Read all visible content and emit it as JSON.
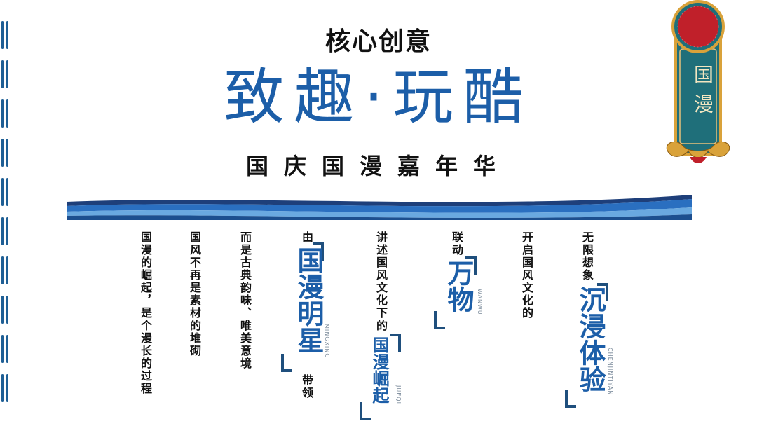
{
  "header": {
    "title": "核心创意",
    "main_title": "致趣·玩酷",
    "subtitle": "国庆国漫嘉年华"
  },
  "badge": {
    "text": "国漫"
  },
  "columns": {
    "c1": "国漫的崛起，是个漫长的过程",
    "c2": "国风不再是素材的堆砌",
    "c3": "而是古典韵味、唯美意境",
    "c4_top": "由",
    "c4_big": "国漫明星",
    "c4_pinyin": "MINGXING",
    "c4_bottom": "带领",
    "c5_top": "讲述国风文化下的",
    "c5_big": "国漫崛起",
    "c5_pinyin": "JUEQI",
    "c6_top": "联动",
    "c6_big": "万物",
    "c6_pinyin": "WANWU",
    "c7": "开启国风文化的",
    "c8_top": "无限想象",
    "c8_big": "沉浸体验",
    "c8_pinyin": "CHENJINTIYAN"
  },
  "colors": {
    "accent_blue": "#1c5ea8",
    "dark_blue": "#1f4f7d",
    "teal": "#1f6f7a",
    "red": "#c0202a",
    "gold": "#d9a23a"
  }
}
